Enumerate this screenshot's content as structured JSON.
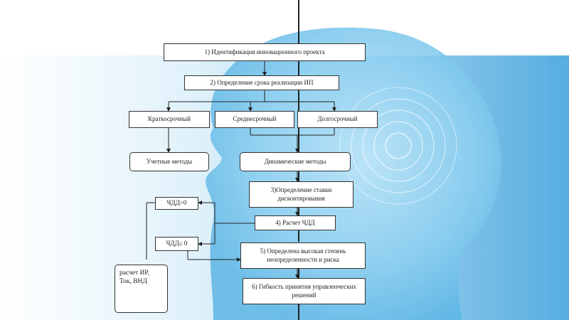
{
  "diagram": {
    "boxes": {
      "step1": "1) Идентификация инновационного проекта",
      "step2": "2) Определение срока реализации ИП",
      "short_term": "Краткосрочный",
      "mid_term": "Среднесрочный",
      "long_term": "Долгосрочный",
      "accounting_methods": "Учетные  методы",
      "dynamic_methods": "Динамические методы",
      "step3": "3)Определение ставки дисконтирования",
      "step4": "4) Расчет ЧДД",
      "npv_positive": "ЧДД>0",
      "npv_nonpositive": "ЧДД≤ 0",
      "step5": "5) Определена высокая степень неопределенности и риска",
      "step6": "6) Гибкость принятия управленческих решений",
      "side_note": "расчет ИР, Ток, ВНД"
    }
  },
  "colors": {
    "background_top": "#ffffff",
    "background_blue": "#5fb6e6",
    "connector": "#222222"
  }
}
